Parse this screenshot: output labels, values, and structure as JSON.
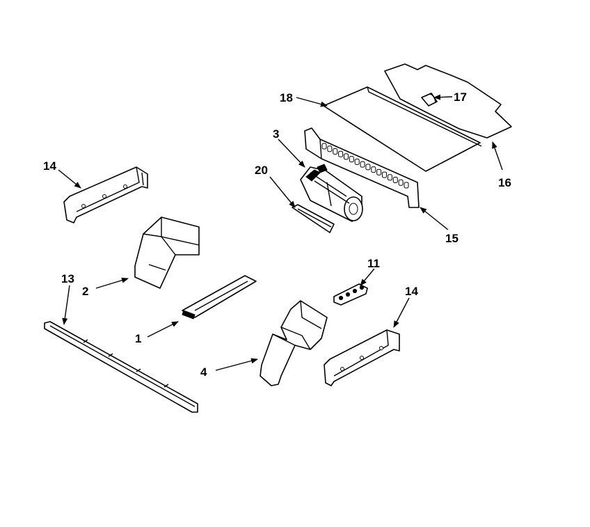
{
  "callouts": {
    "c1": "1",
    "c2": "2",
    "c3": "3",
    "c4": "4",
    "c11": "11",
    "c13": "13",
    "c14a": "14",
    "c14b": "14",
    "c15": "15",
    "c16": "16",
    "c17": "17",
    "c18": "18",
    "c20": "20"
  },
  "colors": {
    "line": "#000000",
    "background": "#ffffff"
  }
}
